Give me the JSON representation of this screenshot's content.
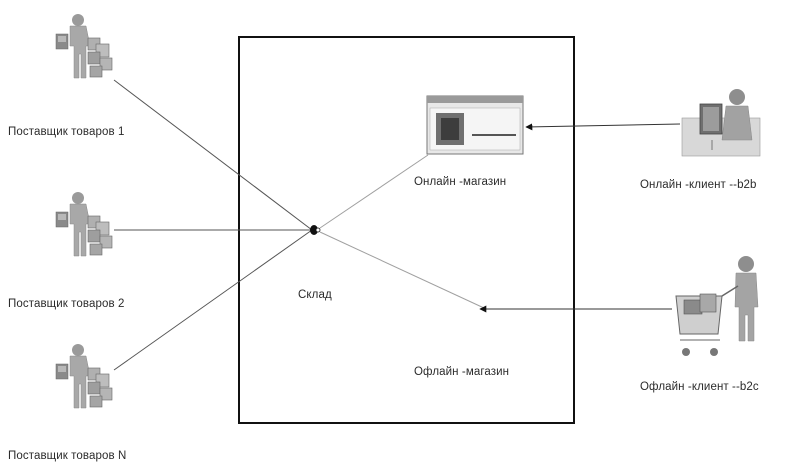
{
  "labels": {
    "supplier_1": "Поставщик товаров  1",
    "supplier_2": "Поставщик товаров  2",
    "supplier_n": "Поставщик товаров  N",
    "warehouse": "Склад",
    "online_store": "Онлайн -магазин",
    "offline_store": "Офлайн -магазин",
    "online_client": "Онлайн -клиент  --b2b",
    "offline_client": "Офлайн -клиент  --b2c"
  },
  "icons": {
    "supplier": "supplier-with-boxes-icon",
    "online_store": "web-store-window-icon",
    "online_client": "person-at-computer-icon",
    "offline_client": "person-with-shopping-cart-icon"
  },
  "colors": {
    "line_dark": "#555555",
    "line_light": "#9a9a9a",
    "figure_gray": "#a8a8a8",
    "box_border": "#111111"
  }
}
